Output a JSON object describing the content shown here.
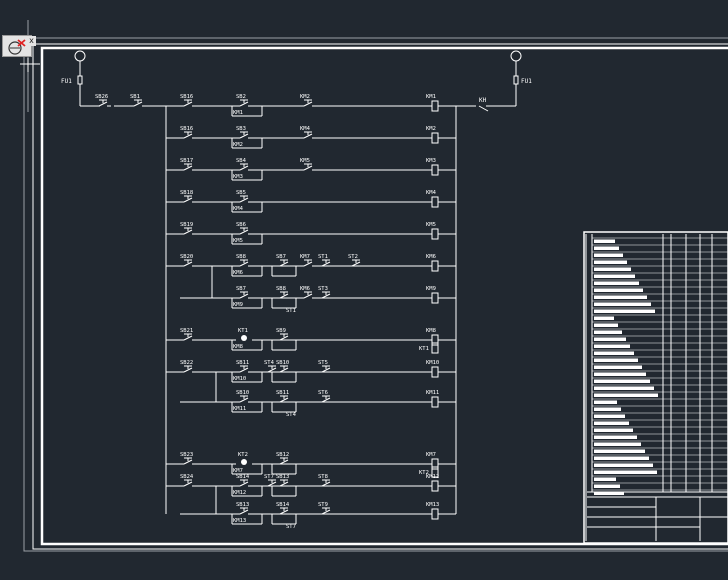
{
  "colors": {
    "background": "#212830",
    "lines": "#ffffff",
    "accent_red": "#e02020"
  },
  "icons": {
    "ucs": "ucs-icon",
    "close": "close-icon"
  },
  "viewport_close_glyph": "x",
  "fuse_labels": {
    "left": "FU1",
    "right": "FU1"
  },
  "kh_label": "KH",
  "rows": [
    {
      "id": "r1",
      "labels": {
        "stop_main": "SB26",
        "stop2": "SB1",
        "start": "SB16",
        "parallel_top": "SB2",
        "holding": "KM1",
        "interlock": "KM2",
        "coil": "KM1"
      }
    },
    {
      "id": "r2",
      "labels": {
        "start": "SB16",
        "parallel_top": "SB3",
        "holding": "KM2",
        "interlock": "KM4",
        "coil": "KM2"
      }
    },
    {
      "id": "r3",
      "labels": {
        "start": "SB17",
        "parallel_top": "SB4",
        "holding": "KM3",
        "interlock": "KM5",
        "coil": "KM3"
      }
    },
    {
      "id": "r4",
      "labels": {
        "start": "SB18",
        "parallel_top": "SB5",
        "holding": "KM4",
        "coil": "KM4"
      }
    },
    {
      "id": "r5",
      "labels": {
        "start": "SB19",
        "parallel_top": "SB6",
        "holding": "KM5",
        "coil": "KM5"
      }
    },
    {
      "id": "r6",
      "labels": {
        "start": "SB20",
        "c2": "SB8",
        "c3": "SB7",
        "holding": "KM6",
        "lim1": "ST1",
        "lim2": "ST2",
        "interlock": "KM7",
        "coil": "KM6"
      }
    },
    {
      "id": "r7",
      "labels": {
        "c2": "SB7",
        "c3": "SB8",
        "holding": "KM9",
        "extra": "ST1",
        "lim1": "ST3",
        "interlock": "KM6",
        "coil": "KM9"
      }
    },
    {
      "id": "r8",
      "labels": {
        "start": "SB21",
        "timer": "KT1",
        "c3": "SB9",
        "holding": "KM8",
        "coil": "KM8",
        "coil2": "KT1"
      }
    },
    {
      "id": "r9",
      "labels": {
        "start": "SB22",
        "c2": "SB11",
        "lim0": "ST4",
        "c3": "SB10",
        "holding": "KM10",
        "lim1": "ST5",
        "coil": "KM10"
      }
    },
    {
      "id": "r10",
      "labels": {
        "c2": "SB10",
        "c3": "SB11",
        "holding": "KM11",
        "extra": "ST4",
        "lim1": "ST6",
        "coil": "KM11"
      }
    },
    {
      "id": "r11",
      "labels": {
        "start": "SB23",
        "timer": "KT2",
        "c3": "SB12",
        "holding": "KM7",
        "coil": "KM7",
        "coil2": "KT2"
      }
    },
    {
      "id": "r12",
      "labels": {
        "start": "SB24",
        "c2": "SB14",
        "lim0": "ST7",
        "c3": "SB13",
        "holding": "KM12",
        "lim1": "ST8",
        "coil": "KM12"
      }
    },
    {
      "id": "r13",
      "labels": {
        "c2": "SB13",
        "c3": "SB14",
        "holding": "KM13",
        "extra": "ST7",
        "lim1": "ST9",
        "coil": "KM13"
      }
    }
  ]
}
